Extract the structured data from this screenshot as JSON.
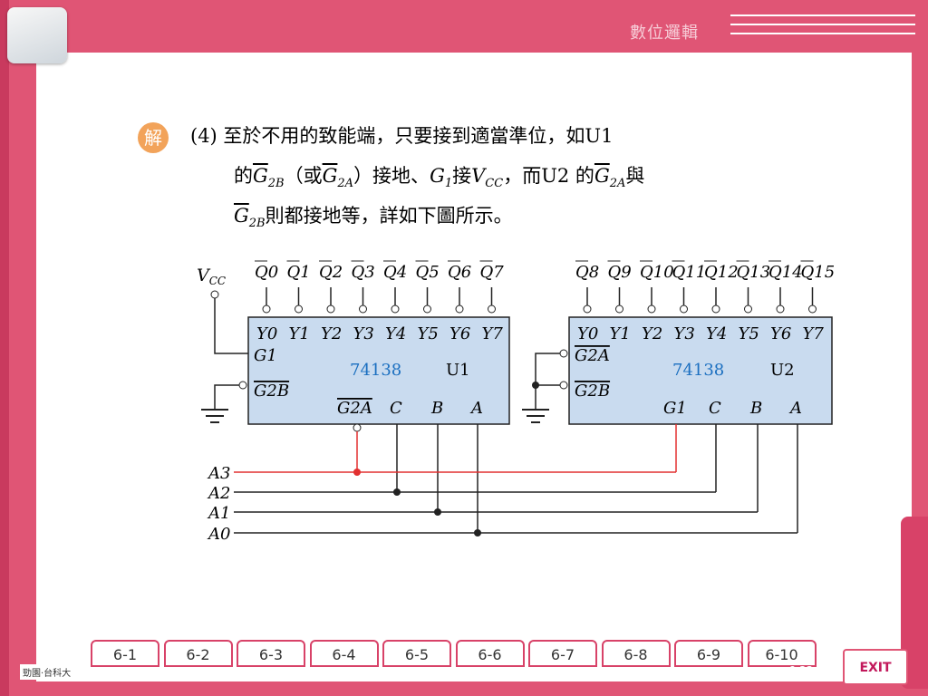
{
  "header": {
    "title": "數位邏輯"
  },
  "badge": {
    "label": "解"
  },
  "text": {
    "line1": "(4) 至於不用的致能端，只要接到適當準位，如U1",
    "line2_a": "的",
    "g2b": "G",
    "g2b_sub": "2B",
    "line2_b": "（或",
    "g2a": "G",
    "g2a_sub": "2A",
    "line2_c": "）接地、",
    "g1": "G",
    "g1_sub": "1",
    "line2_d": "接",
    "vcc": "V",
    "vcc_sub": "CC",
    "line2_e": "，而U2 的",
    "line2_f": "與",
    "line3_b": "則都接地等，詳如下圖所示。"
  },
  "diagram": {
    "vcc": "V",
    "vcc_sub": "CC",
    "u1_outputs": [
      "Q0",
      "Q1",
      "Q2",
      "Q3",
      "Q4",
      "Q5",
      "Q6",
      "Q7"
    ],
    "u2_outputs": [
      "Q8",
      "Q9",
      "Q10",
      "Q11",
      "Q12",
      "Q13",
      "Q14",
      "Q15"
    ],
    "y_labels": [
      "Y0",
      "Y1",
      "Y2",
      "Y3",
      "Y4",
      "Y5",
      "Y6",
      "Y7"
    ],
    "chip_name": "74138",
    "u1": "U1",
    "u2": "U2",
    "inputs": [
      "A3",
      "A2",
      "A1",
      "A0"
    ],
    "pin_g1": "G1",
    "pin_g2a": "G2A",
    "pin_g2b": "G2B",
    "pin_c": "C",
    "pin_b": "B",
    "pin_a": "A"
  },
  "nav": {
    "items": [
      "6-1",
      "6-2",
      "6-3",
      "6-4",
      "6-5",
      "6-6",
      "6-7",
      "6-8",
      "6-9",
      "6-10"
    ]
  },
  "exit": "EXIT",
  "page": "6-33",
  "brand": "勁園·台科大"
}
